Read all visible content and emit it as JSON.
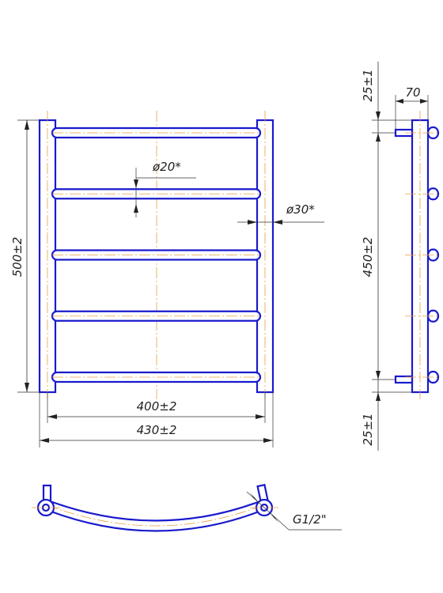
{
  "colors": {
    "part_outline": "#1a1acc",
    "center_line": "#e8a040",
    "dimension": "#333333",
    "background": "#ffffff"
  },
  "dimensions": {
    "height_total": "500±2",
    "rail_spacing_vertical": "450±2",
    "top_offset": "25±1",
    "bottom_offset": "25±1",
    "depth": "70",
    "inner_width": "400±2",
    "outer_width": "430±2",
    "crossbar_diameter": "ø20*",
    "upright_diameter": "ø30*",
    "thread": "G1/2\""
  },
  "views": {
    "front": {
      "crossbar_count": 5
    },
    "side": {
      "bracket_count": 5
    },
    "top": {
      "connections": 2
    }
  }
}
